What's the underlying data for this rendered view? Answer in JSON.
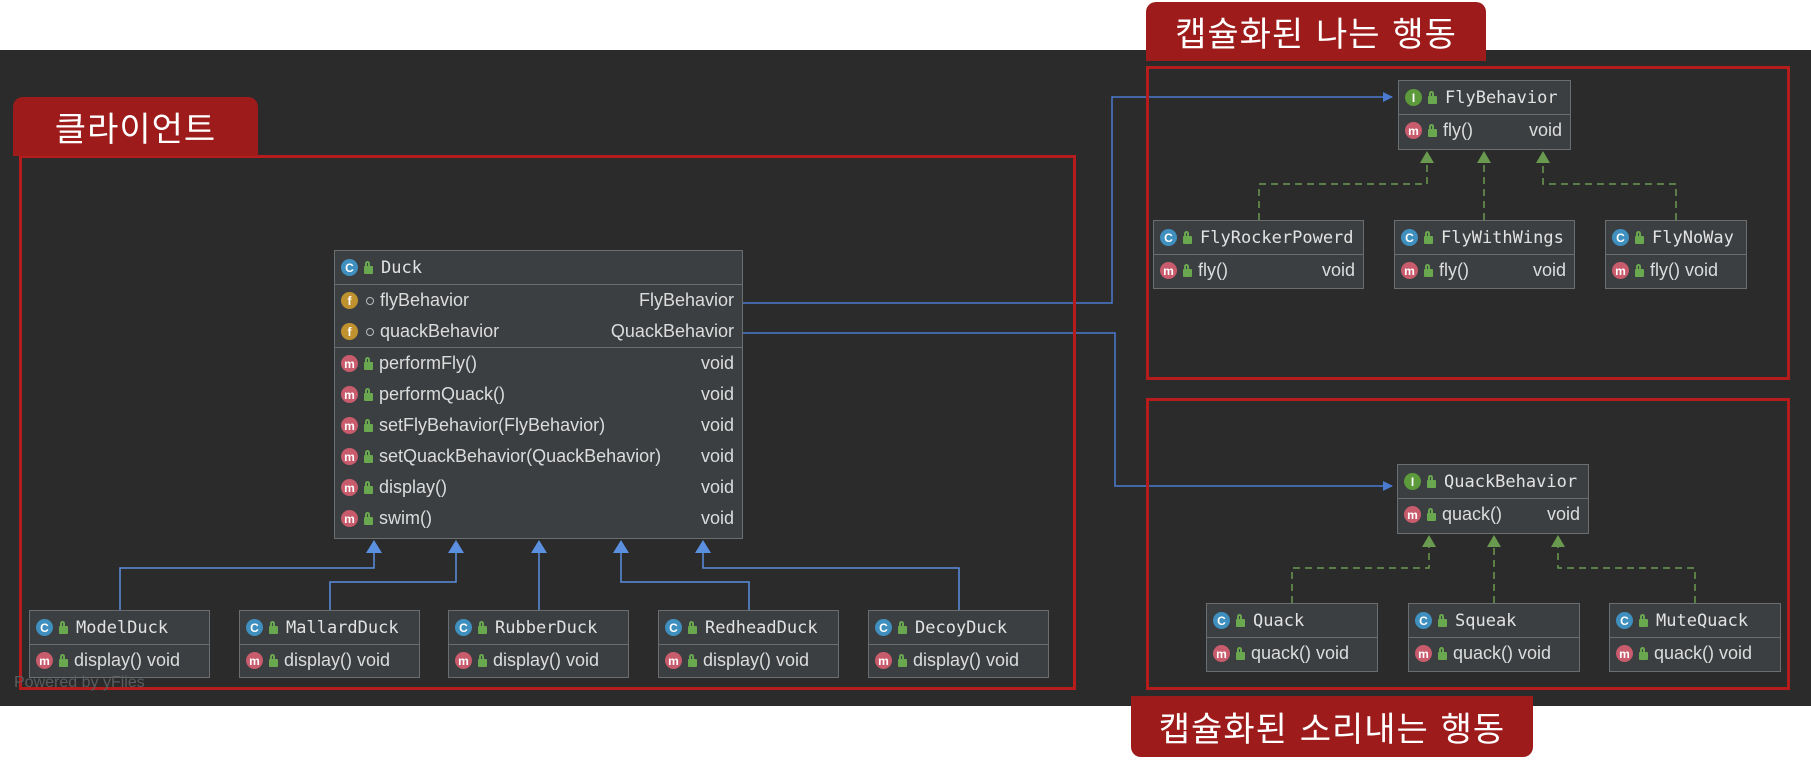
{
  "labels": {
    "client": "클라이언트",
    "fly_group": "캡슐화된 나는 행동",
    "quack_group": "캡슐화된 소리내는 행동"
  },
  "watermark": "Powered by yFiles",
  "colors": {
    "canvas": "#2b2b2b",
    "region_border": "#b71c1c",
    "tag_fill": "#9e1b1b",
    "association_line": "#4a7bd0",
    "inheritance_line": "#5b8fe0",
    "realization_line": "#6a9a4f"
  },
  "duck": {
    "name": "Duck",
    "icon": "class-icon",
    "fields": [
      {
        "icon": "f",
        "name": "flyBehavior",
        "type": "FlyBehavior"
      },
      {
        "icon": "f",
        "name": "quackBehavior",
        "type": "QuackBehavior"
      }
    ],
    "methods": [
      {
        "icon": "m",
        "name": "performFly()",
        "type": "void"
      },
      {
        "icon": "m",
        "name": "performQuack()",
        "type": "void"
      },
      {
        "icon": "m",
        "name": "setFlyBehavior(FlyBehavior)",
        "type": "void"
      },
      {
        "icon": "m",
        "name": "setQuackBehavior(QuackBehavior)",
        "type": "void"
      },
      {
        "icon": "m",
        "name": "display()",
        "type": "void"
      },
      {
        "icon": "m",
        "name": "swim()",
        "type": "void"
      }
    ]
  },
  "subclasses": [
    {
      "name": "ModelDuck",
      "method": "display() void"
    },
    {
      "name": "MallardDuck",
      "method": "display() void"
    },
    {
      "name": "RubberDuck",
      "method": "display() void"
    },
    {
      "name": "RedheadDuck",
      "method": "display() void"
    },
    {
      "name": "DecoyDuck",
      "method": "display() void"
    }
  ],
  "fly_behavior": {
    "name": "FlyBehavior",
    "icon": "interface-icon",
    "method": "fly()",
    "type": "void",
    "impls": [
      {
        "name": "FlyRockerPowerd",
        "method": "fly()",
        "type": "void"
      },
      {
        "name": "FlyWithWings",
        "method": "fly()",
        "type": "void"
      },
      {
        "name": "FlyNoWay",
        "method": "fly() void",
        "type": ""
      }
    ]
  },
  "quack_behavior": {
    "name": "QuackBehavior",
    "icon": "interface-icon",
    "method": "quack()",
    "type": "void",
    "impls": [
      {
        "name": "Quack",
        "method": "quack() void"
      },
      {
        "name": "Squeak",
        "method": "quack() void"
      },
      {
        "name": "MuteQuack",
        "method": "quack() void"
      }
    ]
  }
}
